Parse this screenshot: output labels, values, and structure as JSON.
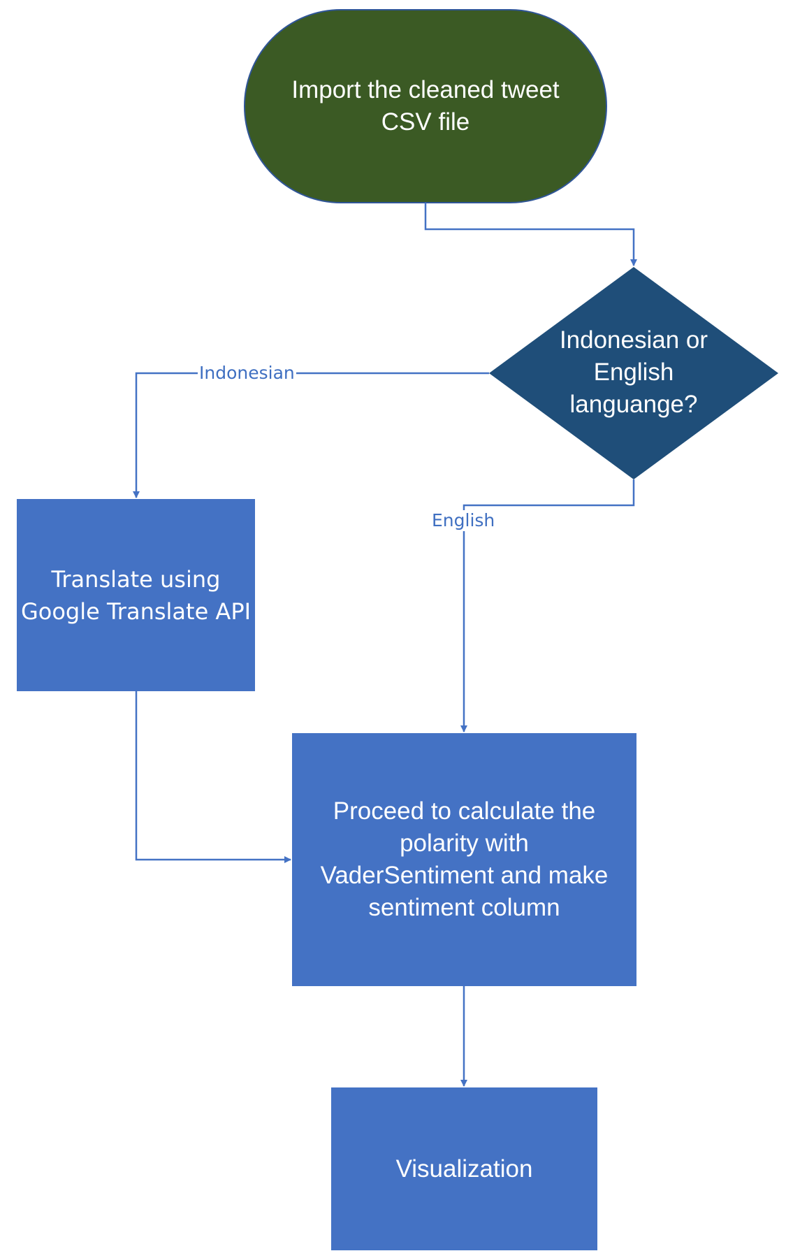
{
  "colors": {
    "start_fill": "#3b5a24",
    "start_stroke": "#2f5597",
    "decision_fill": "#1f4e79",
    "process_fill": "#4472c4",
    "connector": "#4472c4",
    "edge_label": "#3f6fc1"
  },
  "nodes": {
    "start": {
      "line1": "Import the cleaned tweet",
      "line2": "CSV file"
    },
    "decision": {
      "line1": "Indonesian or",
      "line2": "English",
      "line3": "languange?"
    },
    "translate": {
      "line1": "Translate using",
      "line2": "Google Translate API"
    },
    "proceed": {
      "line1": "Proceed to calculate the",
      "line2": "polarity with",
      "line3": "VaderSentiment and make",
      "line4": "sentiment column"
    },
    "visualization": {
      "line1": "Visualization"
    }
  },
  "edges": {
    "indonesian_label": "Indonesian",
    "english_label": "English"
  }
}
